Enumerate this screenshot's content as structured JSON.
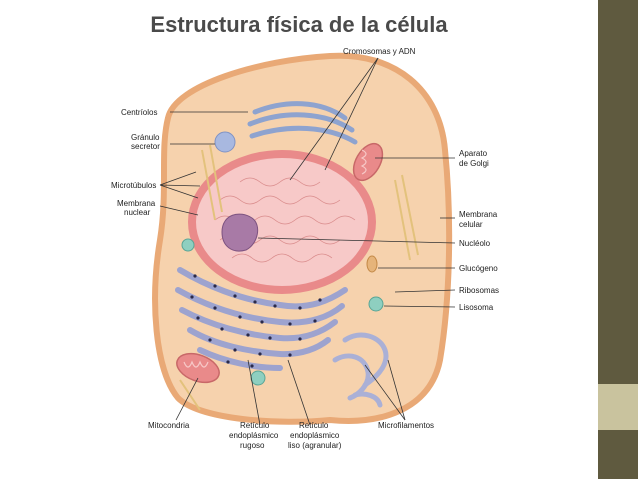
{
  "title": "Estructura física de la célula",
  "colors": {
    "background": "#ffffff",
    "title": "#4a4a4a",
    "sidebar_top": "#5f5a3f",
    "sidebar_mid": "#c9c39e",
    "sidebar_bottom": "#5f5a3f",
    "cytoplasm": "#f6d2ad",
    "cell_membrane": "#e9a976",
    "nucleus": "#f7c9c8",
    "nuclear_envelope": "#e98a8a",
    "er": "#aab0d6",
    "golgi": "#8ea3cf",
    "mitochondria": "#e98a8a"
  },
  "labels": {
    "cromosomas": "Cromosomas y ADN",
    "centriolos": "Centríolos",
    "granulo_1": "Gránulo",
    "granulo_2": "secretor",
    "microtubulos": "Microtúbulos",
    "membrana_nuclear_1": "Membrana",
    "membrana_nuclear_2": "nuclear",
    "golgi_1": "Aparato",
    "golgi_2": "de Golgi",
    "membrana_celular_1": "Membrana",
    "membrana_celular_2": "celular",
    "nucleolo": "Nucléolo",
    "glucogeno": "Glucógeno",
    "ribosomas": "Ribosomas",
    "lisosoma": "Lisosoma",
    "mitocondria": "Mitocondria",
    "rer_1": "Retículo",
    "rer_2": "endoplásmico",
    "rer_3": "rugoso",
    "ser_1": "Retículo",
    "ser_2": "endoplásmico",
    "ser_3": "liso (agranular)",
    "microfilamentos": "Microfilamentos"
  }
}
